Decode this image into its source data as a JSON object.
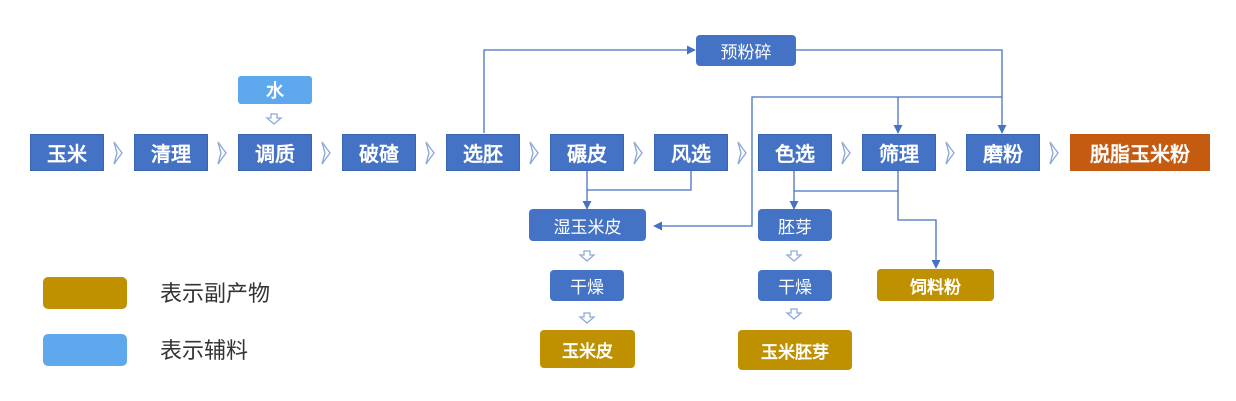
{
  "colors": {
    "process": "#4472c4",
    "byproduct": "#bf9000",
    "auxiliary": "#5ea8ee",
    "final": "#c55a11",
    "connector": "#4472c4"
  },
  "main_flow": [
    "玉米",
    "清理",
    "调质",
    "破碴",
    "选胚",
    "碾皮",
    "风选",
    "色选",
    "筛理",
    "磨粉"
  ],
  "final_product": "脱脂玉米粉",
  "auxiliary_input": "水",
  "pre_crush": "预粉碎",
  "branches": {
    "wet_bran": "湿玉米皮",
    "dry_1": "干燥",
    "corn_bran": "玉米皮",
    "germ": "胚芽",
    "dry_2": "干燥",
    "corn_germ": "玉米胚芽",
    "feed_meal": "饲料粉"
  },
  "legend": {
    "byproduct": "表示副产物",
    "auxiliary": "表示辅料"
  },
  "icons": {
    "chevron": "chevron-right-icon",
    "down_hollow_arrow": "down-arrow-icon"
  }
}
